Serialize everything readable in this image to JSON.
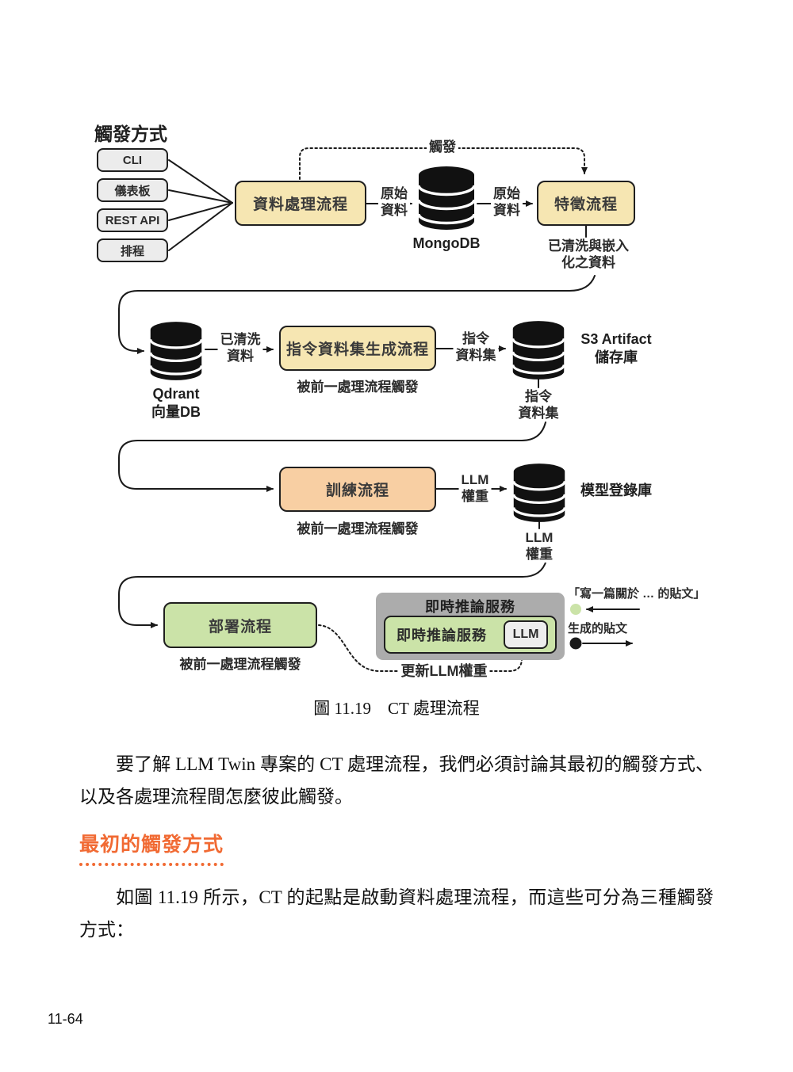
{
  "page": {
    "number": "11-64"
  },
  "figure": {
    "legend_title": "觸發方式",
    "triggers": [
      "CLI",
      "儀表板",
      "REST API",
      "排程"
    ],
    "nodes": {
      "data_pipeline": "資料處理流程",
      "feature_pipeline": "特徵流程",
      "instruct_pipeline": "指令資料集生成流程",
      "training_pipeline": "訓練流程",
      "deployment_pipeline": "部署流程"
    },
    "datastores": {
      "mongodb": "MongoDB",
      "qdrant": [
        "Qdrant",
        "向量DB"
      ],
      "s3": [
        "S3 Artifact",
        "儲存庫"
      ],
      "registry": "模型登錄庫"
    },
    "edge_labels": {
      "trigger": "觸發",
      "raw_data": [
        "原始",
        "資料"
      ],
      "cleaned_embedded": [
        "已清洗與嵌入",
        "化之資料"
      ],
      "cleaned": [
        "已清洗",
        "資料"
      ],
      "instruct_dataset": [
        "指令",
        "資料集"
      ],
      "llm_weights": [
        "LLM",
        "權重"
      ],
      "triggered_by_prev": "被前一處理流程觸發",
      "update_llm_weights": "更新LLM權重"
    },
    "inference": {
      "container_title": "即時推論服務",
      "service": "即時推論服務",
      "llm": "LLM"
    },
    "annotations": {
      "prompt": "「寫一篇關於 … 的貼文」",
      "generated": "生成的貼文"
    },
    "caption": "圖 11.19　CT 處理流程"
  },
  "content": {
    "paragraph_1": "要了解 LLM Twin 專案的 CT 處理流程，我們必須討論其最初的觸發方式、以及各處理流程間怎麼彼此觸發。",
    "section_heading": "最初的觸發方式",
    "paragraph_2": "如圖 11.19 所示，CT 的起點是啟動資料處理流程，而這些可分為三種觸發方式："
  },
  "colors": {
    "accent_orange": "#F16A33",
    "node_yellow": "#F6E6B2",
    "node_orange": "#F8CFA3",
    "node_green": "#CBE3A8",
    "container_gray": "#ACACAC",
    "llm_chip_gray": "#EDEDED",
    "trigger_box_gray": "#ECECEC",
    "ink": "#1A1A1A"
  }
}
